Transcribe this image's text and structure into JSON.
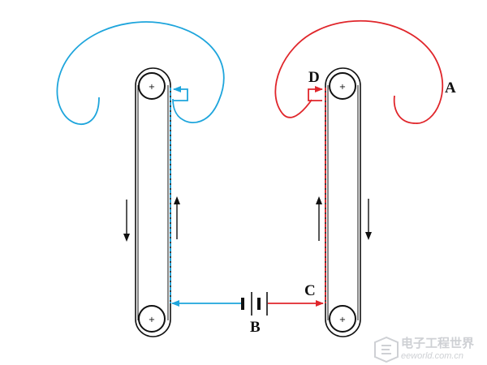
{
  "labels": {
    "a": "A",
    "b": "B",
    "c": "C",
    "d": "D"
  },
  "watermark": {
    "chinese": "电子工程世界",
    "url": "eeworld.com.cn"
  },
  "colors": {
    "negative_charge": "#1ea5dc",
    "positive_charge": "#e0262b",
    "belt": "#111111",
    "watermark": "#c9ccd0"
  }
}
